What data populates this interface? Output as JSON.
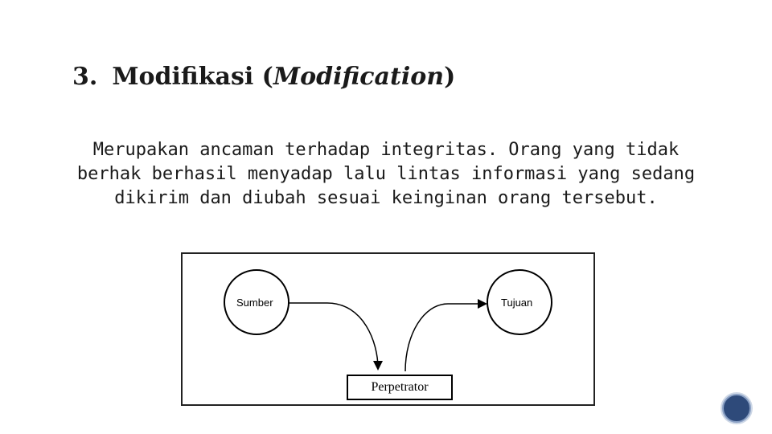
{
  "slide": {
    "title_number": "3.",
    "title_main": "Modifikasi (",
    "title_italic": "Modification",
    "title_close": ")",
    "paragraph": "Merupakan ancaman terhadap integritas. Orang yang tidak berhak berhasil menyadap lalu lintas informasi yang sedang dikirim dan diubah sesuai keinginan orang tersebut."
  },
  "diagram": {
    "source_label": "Sumber",
    "destination_label": "Tujuan",
    "perpetrator_label": "Perpetrator"
  },
  "colors": {
    "text": "#1a1a1a",
    "border": "#222222",
    "badge": "#2e4a7a"
  }
}
